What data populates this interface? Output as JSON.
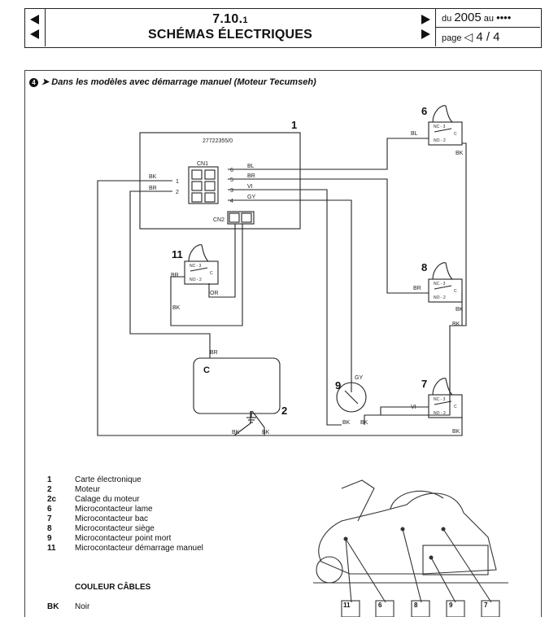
{
  "header": {
    "code": "7.10.",
    "code_sub": "1",
    "title": "SCHÉMAS ÉLECTRIQUES",
    "date_prefix": "du",
    "date_year": "2005",
    "date_to": "au",
    "date_end": "••••",
    "page_label": "page",
    "page_value": "4 / 4"
  },
  "section": {
    "bullet": "4",
    "title": "➤ Dans les modèles avec démarrage manuel (Moteur Tecumseh)"
  },
  "diagram": {
    "board_num": "1",
    "board_code": "27722355/0",
    "cn1": "CN1",
    "cn2": "CN2",
    "left_pins": [
      {
        "wire": "BK",
        "pin": "1"
      },
      {
        "wire": "BR",
        "pin": "2"
      }
    ],
    "right_pins": [
      {
        "pin": "6",
        "wire": "BL"
      },
      {
        "pin": "5",
        "wire": "BR"
      },
      {
        "pin": "3",
        "wire": "VI"
      },
      {
        "pin": "4",
        "wire": "GY"
      }
    ],
    "sw6": "6",
    "sw8": "8",
    "sw7": "7",
    "sw11": "11",
    "sw9": "9",
    "motor": "2",
    "nc": "NC - 3",
    "no": "NO - 2",
    "c": "C",
    "motor_c": "C",
    "wires": {
      "bl": "BL",
      "bk": "BK",
      "br": "BR",
      "or": "OR",
      "vi": "VI",
      "gy": "GY"
    }
  },
  "legend": [
    {
      "num": "1",
      "text": "Carte électronique"
    },
    {
      "num": "2",
      "text": "Moteur"
    },
    {
      "num": "2c",
      "text": "Calage du moteur"
    },
    {
      "num": "6",
      "text": "Microcontacteur lame"
    },
    {
      "num": "7",
      "text": "Microcontacteur bac"
    },
    {
      "num": "8",
      "text": "Microcontacteur siège"
    },
    {
      "num": "9",
      "text": "Microcontacteur point mort"
    },
    {
      "num": "11",
      "text": "Microcontacteur démarrage manuel"
    }
  ],
  "colors_title": "COULEUR CÂBLES",
  "colors": [
    {
      "code": "BK",
      "name": "Noir"
    }
  ],
  "tractor_tags": [
    "11",
    "6",
    "8",
    "9",
    "7"
  ]
}
